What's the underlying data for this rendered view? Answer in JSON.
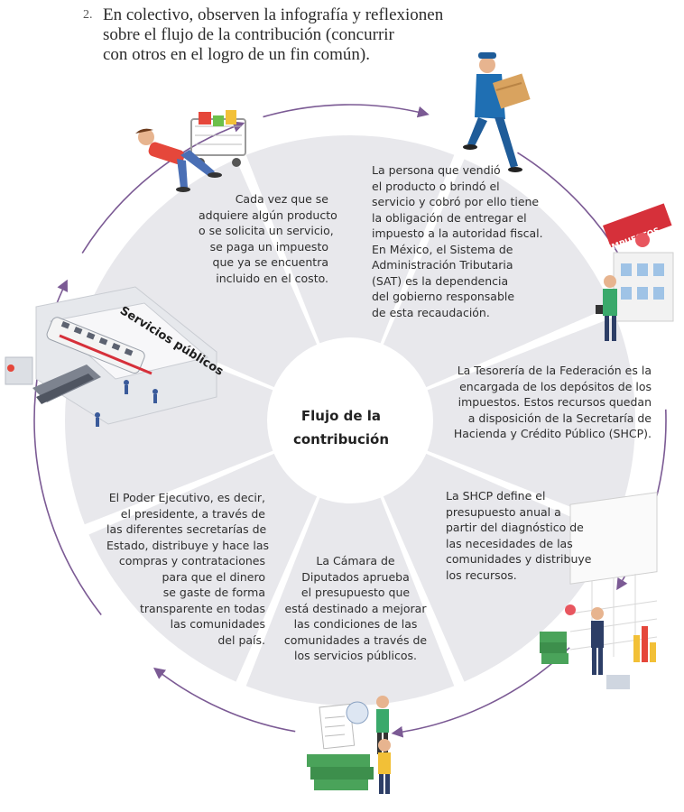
{
  "header": {
    "number": "2.",
    "lines": [
      "En colectivo, observen la infografía y reflexionen",
      "sobre el flujo de la contribución (concurrir",
      "con otros en el logro de un fin común)."
    ]
  },
  "hub": {
    "title_lines": [
      "Flujo de la",
      "contribución"
    ]
  },
  "services_label": "Servicios públicos",
  "segments": {
    "top_left": [
      "Cada vez que se",
      "adquiere algún producto",
      "o se solicita un servicio,",
      "se paga un impuesto",
      "que ya se encuentra",
      "incluido en el costo."
    ],
    "top_right": [
      "La persona que vendió",
      "el producto o brindó el",
      "servicio y cobró por ello tiene",
      "la obligación de entregar el",
      "impuesto a la autoridad fiscal.",
      "En México, el Sistema de",
      "Administración Tributaria",
      "(SAT) es la dependencia",
      "del gobierno responsable",
      "de esta recaudación."
    ],
    "right": [
      "La Tesorería de la Federación es la",
      "encargada de los depósitos de los",
      "impuestos. Estos recursos quedan",
      "a disposición de la Secretaría de",
      "Hacienda y Crédito Público (SHCP)."
    ],
    "bottom_right": [
      "La SHCP define el",
      "presupuesto anual a",
      "partir del diagnóstico de",
      "las necesidades de las",
      "comunidades y distribuye",
      "los recursos."
    ],
    "bottom": [
      "La Cámara de",
      "Diputados aprueba",
      "el presupuesto que",
      "está destinado a mejorar",
      "las condiciones de las",
      "comunidades a través de",
      "los servicios públicos."
    ],
    "left": [
      "El Poder Ejecutivo, es decir,",
      "el presidente, a través de",
      "las diferentes secretarías de",
      "Estado, distribuye y hace las",
      "compras y contrataciones",
      "para que el dinero",
      "se gaste de forma",
      "transparente en todas",
      "las comunidades",
      "del país."
    ]
  },
  "illustration_labels": {
    "impuestos_sign": "IMPUESTOS"
  },
  "colors": {
    "segment_fill": "#e8e8ec",
    "ring": "#7b5a94",
    "text": "#2e2e2e",
    "hub_fill": "#ffffff"
  }
}
